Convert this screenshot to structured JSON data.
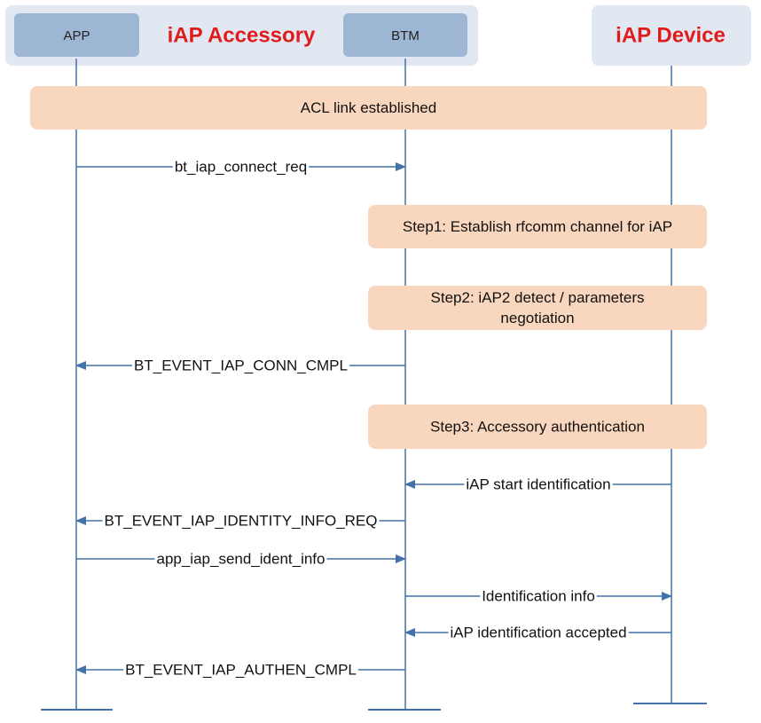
{
  "colors": {
    "group_bg": "#e2e8f2",
    "actor_bg": "#9db6d4",
    "step_bg": "#f9d7be",
    "title": "#e01b1b",
    "line": "#4472a8",
    "text": "#111111"
  },
  "groups": [
    {
      "id": "accessory",
      "title": "iAP Accessory"
    },
    {
      "id": "device",
      "title": "iAP Device"
    }
  ],
  "actors": [
    {
      "id": "app",
      "label": "APP"
    },
    {
      "id": "btm",
      "label": "BTM"
    }
  ],
  "steps": [
    {
      "id": "acl",
      "lines": [
        "ACL link established"
      ]
    },
    {
      "id": "step1",
      "lines": [
        "Step1: Establish rfcomm channel for iAP"
      ]
    },
    {
      "id": "step2",
      "lines": [
        "Step2: iAP2 detect / parameters",
        "negotiation"
      ]
    },
    {
      "id": "step3",
      "lines": [
        "Step3: Accessory authentication"
      ]
    }
  ],
  "messages": [
    {
      "from": "app",
      "to": "btm",
      "label": "bt_iap_connect_req"
    },
    {
      "from": "btm",
      "to": "app",
      "label": "BT_EVENT_IAP_CONN_CMPL"
    },
    {
      "from": "device",
      "to": "btm",
      "label": "iAP start identification"
    },
    {
      "from": "btm",
      "to": "app",
      "label": "BT_EVENT_IAP_IDENTITY_INFO_REQ"
    },
    {
      "from": "app",
      "to": "btm",
      "label": "app_iap_send_ident_info"
    },
    {
      "from": "btm",
      "to": "device",
      "label": "Identification info"
    },
    {
      "from": "device",
      "to": "btm",
      "label": "iAP identification accepted"
    },
    {
      "from": "btm",
      "to": "app",
      "label": "BT_EVENT_IAP_AUTHEN_CMPL"
    }
  ]
}
